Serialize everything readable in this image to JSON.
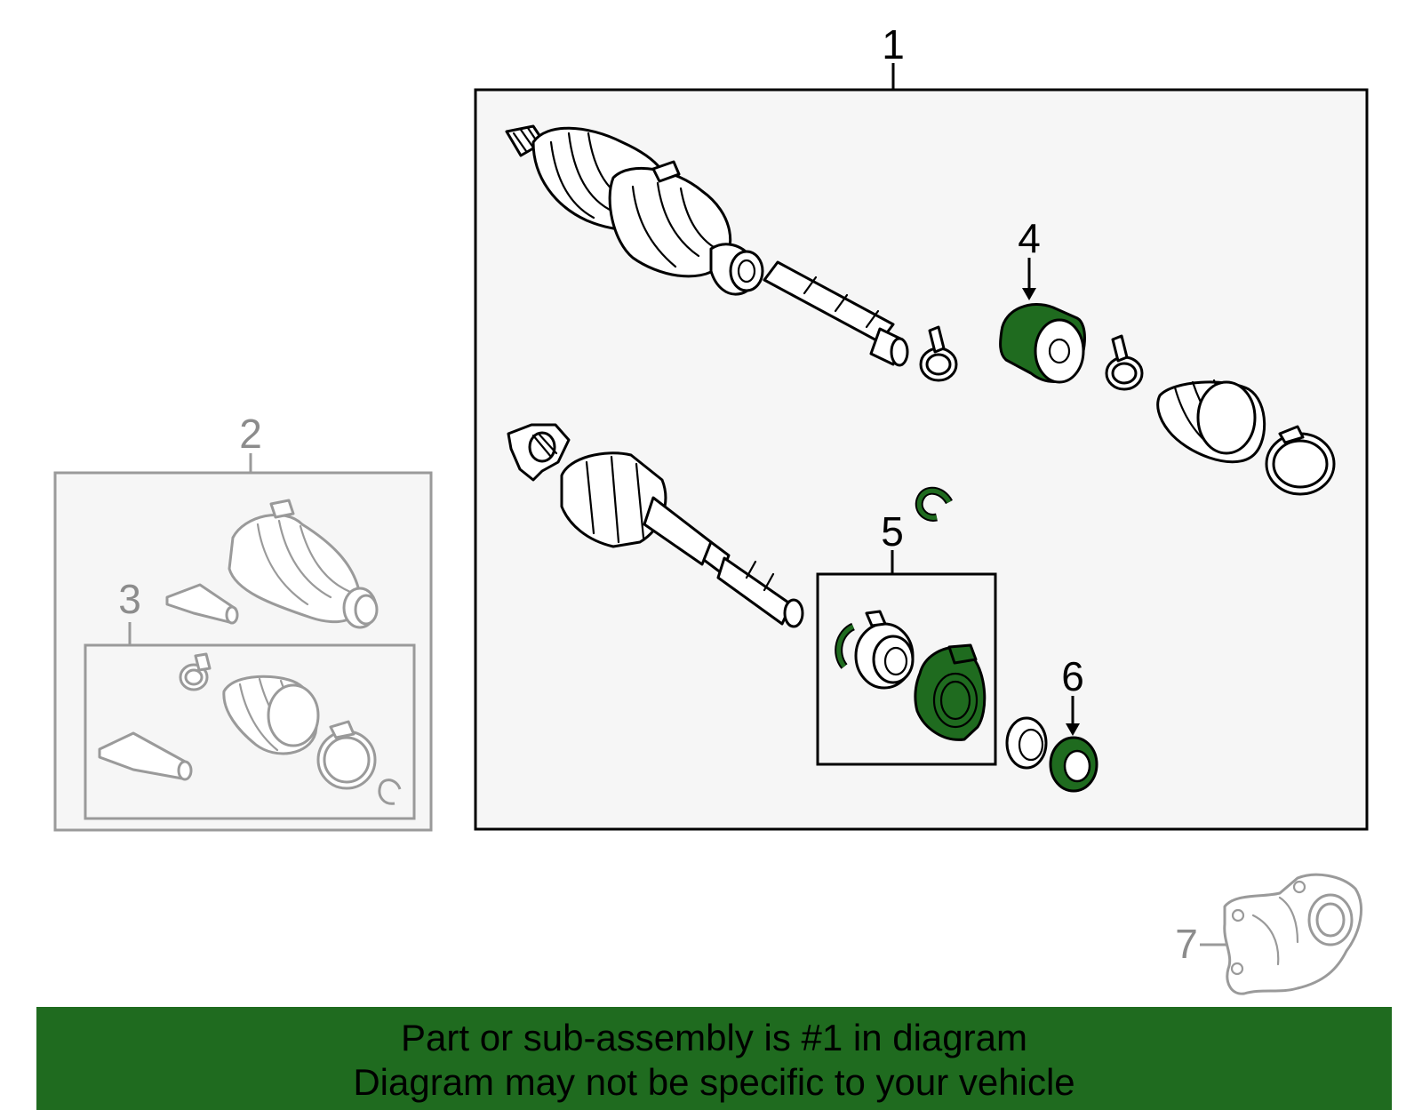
{
  "callouts": {
    "c1": "1",
    "c2": "2",
    "c3": "3",
    "c4": "4",
    "c5": "5",
    "c6": "6",
    "c7": "7"
  },
  "banner": {
    "line1": "Part or sub-assembly is #1 in diagram",
    "line2": "Diagram may not be specific to your vehicle"
  },
  "colors": {
    "highlight": "#1f6b1f",
    "banner_background": "#1f6b1f",
    "panel_background": "#f6f6f6",
    "secondary_outline": "#9a9a9a"
  },
  "highlighted_callouts": [
    "4",
    "6"
  ]
}
